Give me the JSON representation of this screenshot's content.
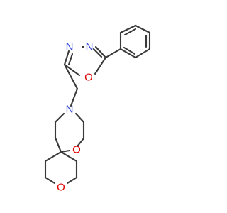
{
  "atoms": {
    "n_triazole_left": {
      "symbol": "N",
      "color": "#2a3fd8"
    },
    "n_triazole_right": {
      "symbol": "N",
      "color": "#2a3fd8"
    },
    "o_oxadiazole": {
      "symbol": "O",
      "color": "#e00000"
    },
    "n_azepane": {
      "symbol": "N",
      "color": "#2a3fd8"
    },
    "o_spiro_ring": {
      "symbol": "O",
      "color": "#e00000"
    },
    "o_oxane": {
      "symbol": "O",
      "color": "#e00000"
    }
  },
  "colors": {
    "carbon_bond": "#3a3a3a",
    "nitrogen": "#2a3fd8",
    "oxygen": "#e00000",
    "background": "#ffffff"
  }
}
